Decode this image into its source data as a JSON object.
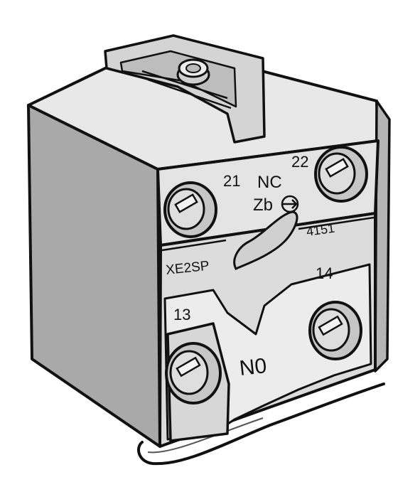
{
  "image": {
    "subject": "contact block",
    "colors": {
      "background": "#ffffff",
      "outline": "#111111",
      "face_light": "#e6e6e6",
      "face_mid": "#cfcfcf",
      "face_dark": "#a9a9a9",
      "face_shadow": "#8f8f8f"
    }
  },
  "labels": {
    "terminal_21": "21",
    "terminal_22": "22",
    "nc": "NC",
    "zb": "Zb",
    "code_4151": "4151",
    "model": "XE2SP",
    "terminal_14": "14",
    "terminal_13": "13",
    "no": "N0"
  }
}
